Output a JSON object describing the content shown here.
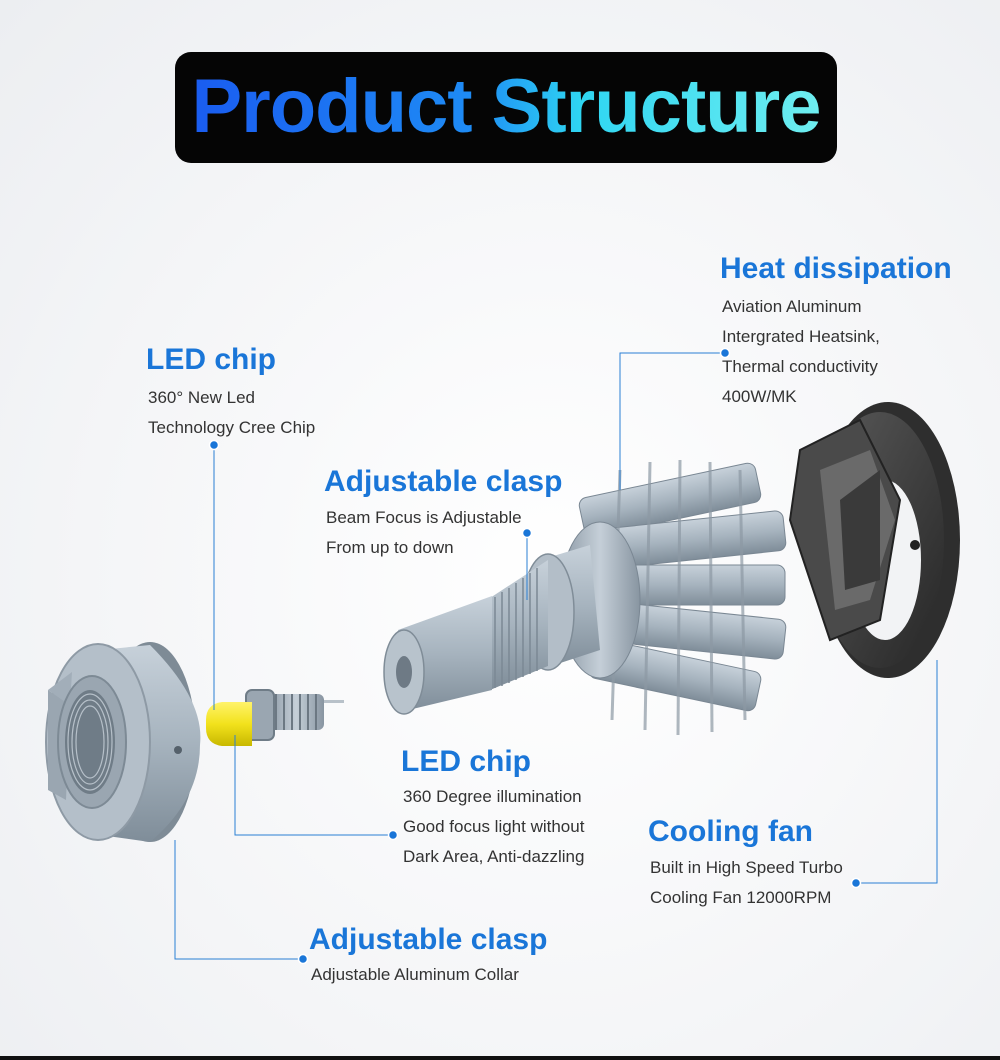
{
  "title": "Product Structure",
  "callouts": {
    "heat_dissipation": {
      "heading": "Heat dissipation",
      "lines": [
        "Aviation Aluminum",
        "Intergrated Heatsink,",
        "Thermal conductivity",
        "400W/MK"
      ]
    },
    "led_chip_top": {
      "heading": "LED chip",
      "lines": [
        "360°   New Led",
        "Technology Cree Chip"
      ]
    },
    "adjustable_clasp_top": {
      "heading": "Adjustable clasp",
      "lines": [
        "Beam Focus is Adjustable",
        "From up to down"
      ]
    },
    "led_chip_middle": {
      "heading": "LED chip",
      "lines": [
        "360 Degree illumination",
        "Good focus light without",
        "Dark Area, Anti-dazzling"
      ]
    },
    "cooling_fan": {
      "heading": "Cooling fan",
      "lines": [
        "Built in High Speed Turbo",
        "Cooling Fan 12000RPM"
      ]
    },
    "adjustable_clasp_bottom": {
      "heading": "Adjustable clasp",
      "lines": [
        "Adjustable Aluminum Collar"
      ]
    }
  },
  "colors": {
    "accent_blue": "#1a76d8",
    "leader_line": "#2a7fd4",
    "chip_yellow": "#f2e21c",
    "aluminum": "#a9b6c1",
    "fan_dark": "#3c3c3c"
  }
}
